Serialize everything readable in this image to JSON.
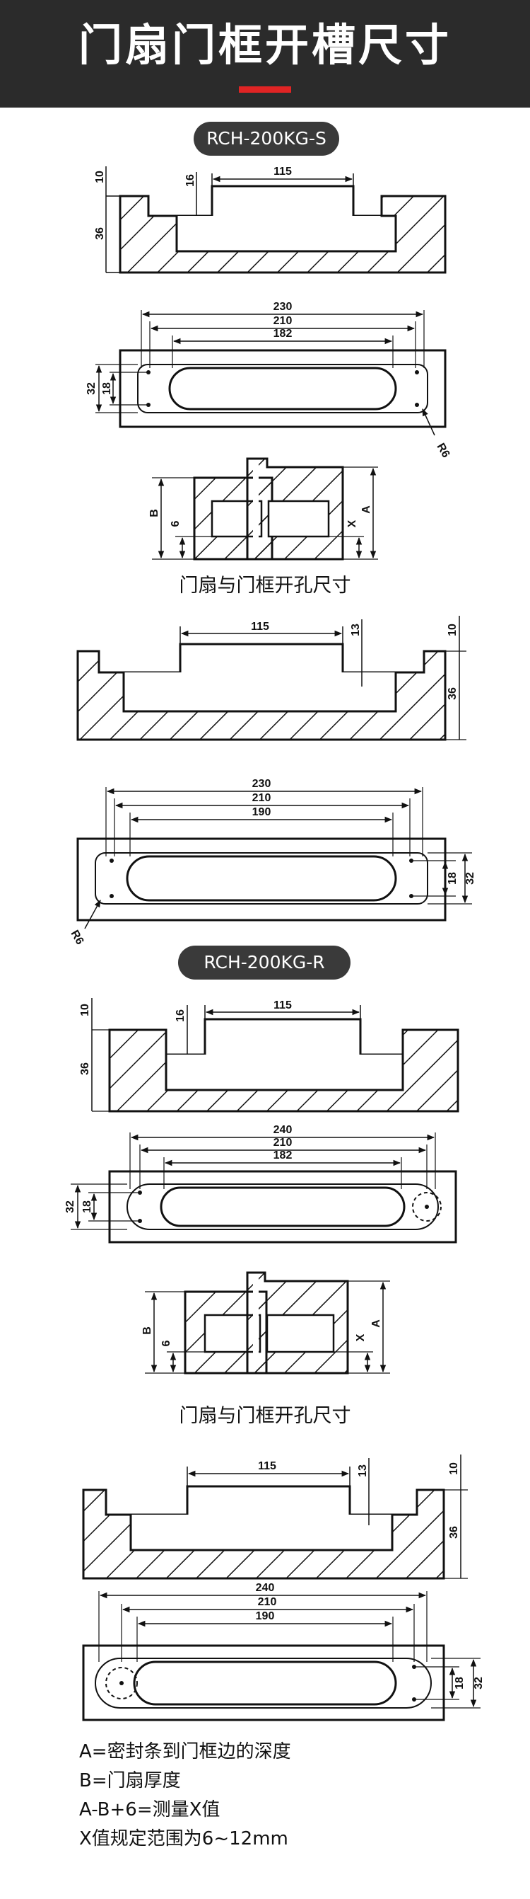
{
  "header": {
    "title": "门扇门框开槽尺寸"
  },
  "sections": [
    {
      "model": "RCH-200KG-S",
      "caption": "门扇与门框开孔尺寸"
    },
    {
      "model": "RCH-200KG-R",
      "caption": "门扇与门框开孔尺寸"
    }
  ],
  "dimensions": {
    "depth_10": "10",
    "depth_36": "36",
    "depth_16": "16",
    "depth_13": "13",
    "slot_115": "115",
    "w_230": "230",
    "w_240": "240",
    "w_210": "210",
    "w_182": "182",
    "w_190": "190",
    "h_32": "32",
    "h_18": "18",
    "r6": "R6",
    "B": "B",
    "six": "6",
    "X": "X",
    "A": "A"
  },
  "notes": [
    "A=密封条到门框边的深度",
    "B=门扇厚度",
    "A-B+6=测量X值",
    "X值规定范围为6~12mm"
  ]
}
